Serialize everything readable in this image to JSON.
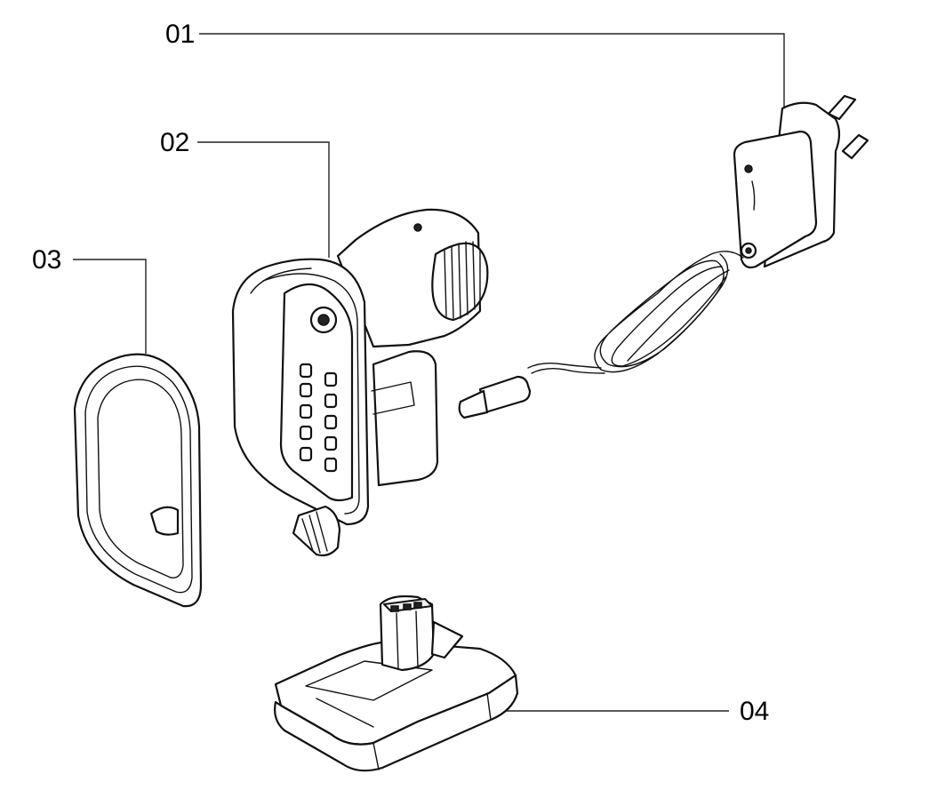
{
  "callouts": [
    {
      "id": "01",
      "label": "01"
    },
    {
      "id": "02",
      "label": "02"
    },
    {
      "id": "03",
      "label": "03"
    },
    {
      "id": "04",
      "label": "04"
    }
  ],
  "parts": {
    "charger": {
      "icon": "charger-plug-icon"
    },
    "vacuum_body": {
      "icon": "handheld-vacuum-icon"
    },
    "bin_cover": {
      "icon": "bin-cover-icon"
    },
    "battery": {
      "icon": "battery-pack-icon"
    }
  }
}
